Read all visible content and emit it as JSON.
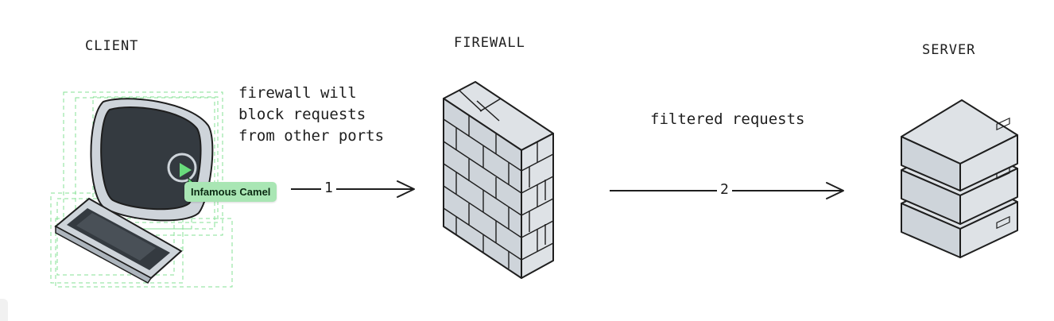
{
  "labels": {
    "client": "CLIENT",
    "firewall": "FIREWALL",
    "server": "SERVER"
  },
  "notes": {
    "firewall_line_1": "firewall will",
    "firewall_line_2": "block requests",
    "firewall_line_3": "from other ports",
    "filtered": "filtered requests"
  },
  "arrows": {
    "first_label": "1",
    "second_label": "2"
  },
  "collaborator": {
    "name": "Infamous Camel",
    "color": "#a9e6b4"
  },
  "icons": [
    "computer-icon",
    "keyboard-icon",
    "play-icon",
    "brick-wall-icon",
    "server-icon",
    "cursor-icon"
  ],
  "colors": {
    "stroke": "#1e1e1e",
    "screen": "#343a40",
    "fill_light": "#ced4da",
    "fill_mid": "#dee2e6",
    "selection": "#69db7c"
  }
}
